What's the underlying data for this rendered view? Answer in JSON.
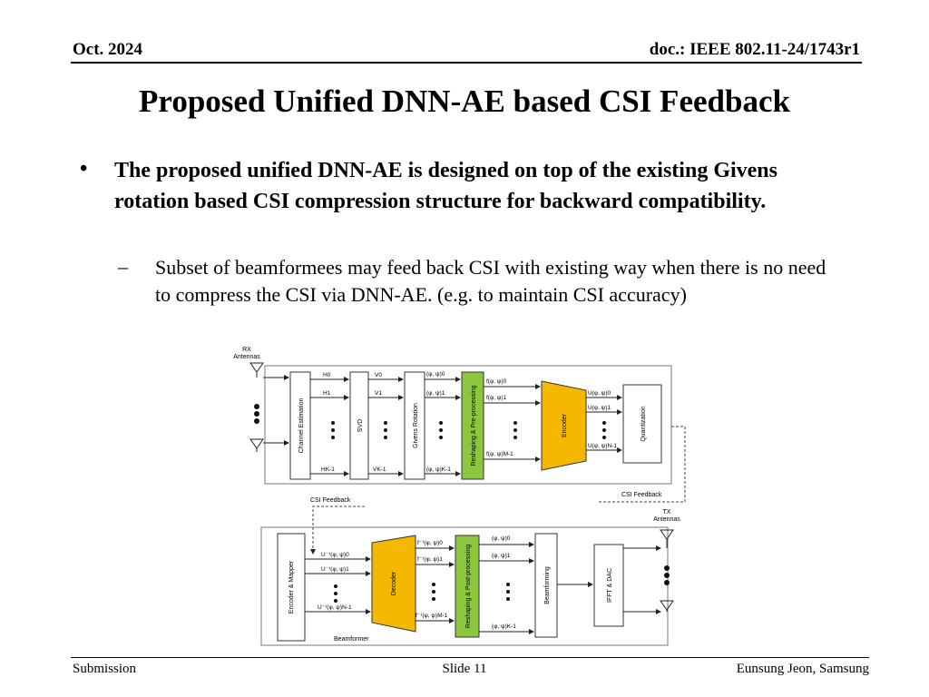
{
  "header": {
    "date": "Oct. 2024",
    "doc": "doc.: IEEE 802.11-24/1743r1"
  },
  "title": "Proposed Unified DNN-AE based CSI Feedback",
  "bullet": {
    "marker": "•",
    "text": "The proposed unified DNN-AE is designed on top of the existing Givens rotation based CSI compression structure for backward compatibility."
  },
  "subbullet": {
    "marker": "–",
    "text": "Subset of beamformees may feed back CSI with existing way when there is no need to compress the CSI via DNN-AE. (e.g. to maintain CSI accuracy)"
  },
  "diagram": {
    "rx_antennas": [
      "RX",
      "Antennas"
    ],
    "tx_antennas": [
      "TX",
      "Antennas"
    ],
    "top_blocks": [
      "Channel Estimation",
      "SVD",
      "Givens Rotation",
      "Reshaping & Pre-processing",
      "Encoder",
      "Quantization"
    ],
    "bottom_blocks": [
      "Encoder & Mapper",
      "Decoder",
      "Reshaping & Post-processing",
      "Beamforming",
      "IFFT & DAC"
    ],
    "h_labels": [
      "H0",
      "H1",
      "HK-1"
    ],
    "v_labels": [
      "V0",
      "V1",
      "VK-1"
    ],
    "phipsi_labels": [
      "(φ, ψ)0",
      "(φ, ψ)1",
      "(φ, ψ)K-1"
    ],
    "f_labels": [
      "f(φ, ψ)0",
      "f(φ, ψ)1",
      "f(φ, ψ)M-1"
    ],
    "u_labels": [
      "U(φ, ψ)0",
      "U(φ, ψ)1",
      "U(φ, ψ)N-1"
    ],
    "uinv_labels": [
      "U⁻¹(φ, ψ)0",
      "U⁻¹(φ, ψ)1",
      "U⁻¹(φ, ψ)N-1"
    ],
    "finv_labels": [
      "f⁻¹(φ, ψ)0",
      "f⁻¹(φ, ψ)1",
      "f⁻¹(φ, ψ)M-1"
    ],
    "phipsi_out_labels": [
      "(φ, ψ)0",
      "(φ, ψ)1",
      "(φ, ψ)K-1"
    ],
    "csi_feedback_left": "CSI Feedback",
    "csi_feedback_right": "CSI Feedback",
    "beamformer": "Beamformer",
    "colors": {
      "green": "#8cc63f",
      "yellow": "#f5b800"
    }
  },
  "footer": {
    "left": "Submission",
    "center": "Slide 11",
    "right": "Eunsung Jeon, Samsung"
  }
}
